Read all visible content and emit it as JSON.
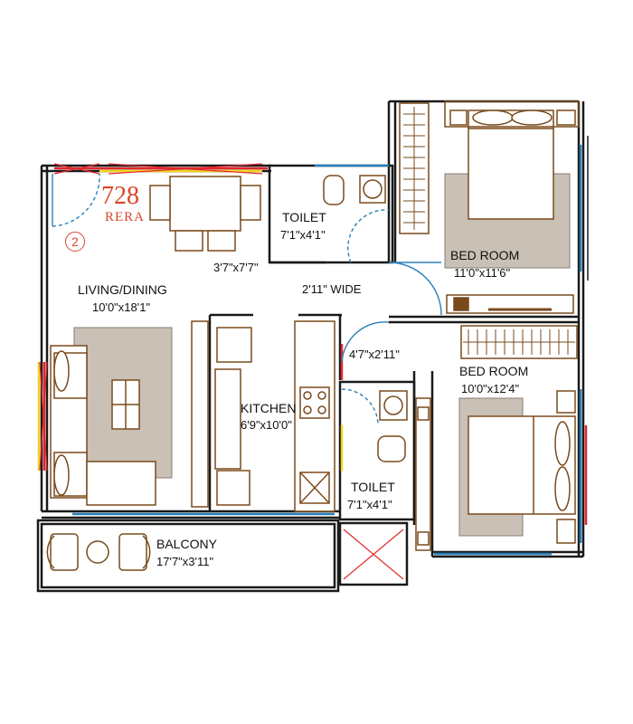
{
  "badge": {
    "area": "728",
    "type": "RERA",
    "unit_no": "2"
  },
  "rooms": {
    "living": {
      "name": "LIVING/DINING",
      "size": "10'0\"x18'1\""
    },
    "kitchen": {
      "name": "KITCHEN",
      "size": "6'9\"x10'0\""
    },
    "toilet_top": {
      "name": "TOILET",
      "size": "7'1\"x4'1\""
    },
    "toilet_bottom": {
      "name": "TOILET",
      "size": "7'1\"x4'1\""
    },
    "bedroom_top": {
      "name": "BED ROOM",
      "size": "11'0\"x11'6\""
    },
    "bedroom_bottom": {
      "name": "BED ROOM",
      "size": "10'0\"x12'4\""
    },
    "balcony": {
      "name": "BALCONY",
      "size": "17'7\"x3'11\""
    }
  },
  "dims": {
    "passage_small": "3'7\"x7'7\"",
    "passage_wide": "2'11\" WIDE",
    "lobby": "4'7\"x2'11\""
  },
  "colors": {
    "wall": "#1a1a1a",
    "furniture": "#7a4a1c",
    "rug": "#c9c0b6",
    "accent_red": "#d9462a",
    "window_blue": "#2b7fb8",
    "window_yellow": "#f2d21e",
    "window_red": "#e0272c"
  }
}
